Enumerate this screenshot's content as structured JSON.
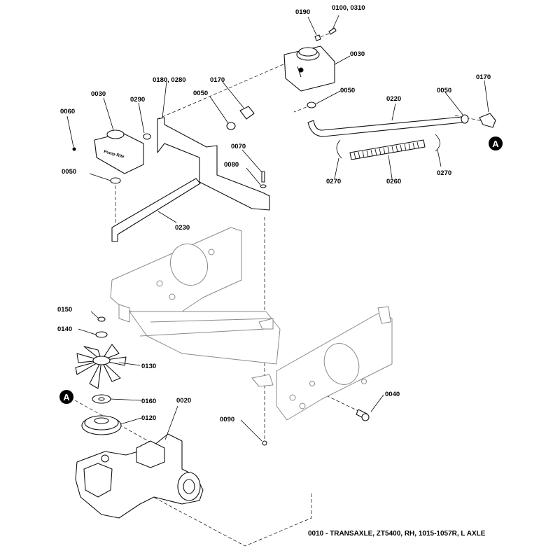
{
  "labels": {
    "p0190": "0190",
    "p0100_0310": "0100, 0310",
    "p0030_right": "0030",
    "p0050_top_right": "0050",
    "p0220": "0220",
    "p0050_far_right": "0050",
    "p0170_right": "0170",
    "p0260": "0260",
    "p0270_left": "0270",
    "p0270_right": "0270",
    "p0180_0280": "0180, 0280",
    "p0170_left": "0170",
    "p0050_mid": "0050",
    "p0030_left": "0030",
    "p0290": "0290",
    "p0060": "0060",
    "p0050_left": "0050",
    "p0070": "0070",
    "p0080": "0080",
    "p0230": "0230",
    "p0150": "0150",
    "p0140": "0140",
    "p0130": "0130",
    "p0160": "0160",
    "p0120": "0120",
    "p0020": "0020",
    "p0090": "0090",
    "p0040": "0040"
  },
  "callouts": {
    "right": "A",
    "left": "A"
  },
  "caption": "0010 - TRANSAXLE, ZT5400, RH, 1015-1057R, L AXLE",
  "colors": {
    "ink": "#000000",
    "callout_fill": "#000000"
  }
}
